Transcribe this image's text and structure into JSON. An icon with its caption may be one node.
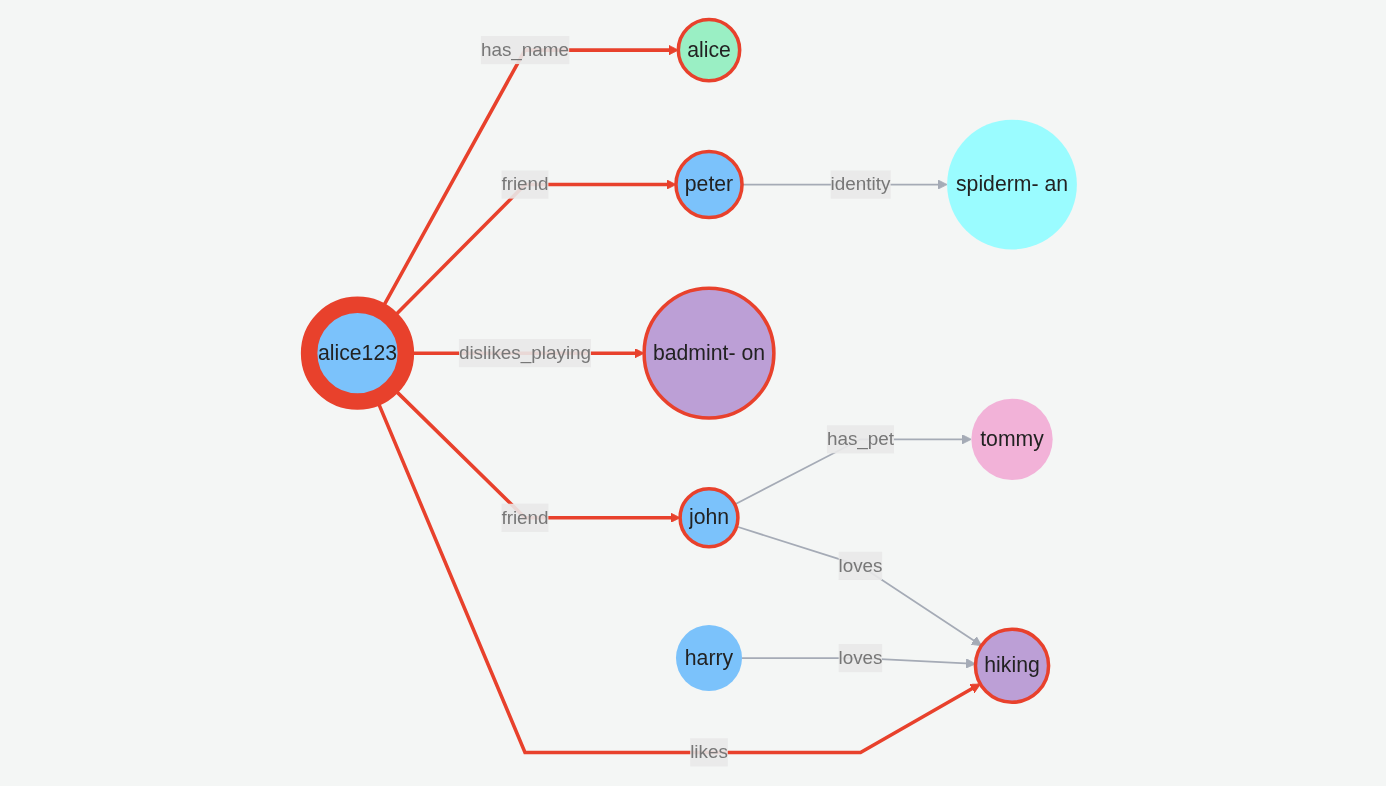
{
  "diagram": {
    "nodes": [
      {
        "text": [
          "alice"
        ]
      },
      {
        "text": [
          "peter"
        ]
      },
      {
        "text": [
          "spiderm- an"
        ]
      },
      {
        "text": [
          "alice123"
        ]
      },
      {
        "text": [
          "tommy"
        ]
      },
      {
        "text": [
          "badmint- on"
        ]
      },
      {
        "text": [
          "john"
        ]
      },
      {
        "text": [
          "harry"
        ]
      },
      {
        "text": [
          "hiking"
        ]
      }
    ],
    "edges": [
      {
        "from": 3,
        "to": 0,
        "arrow": "to",
        "label": "has_name"
      },
      {
        "from": 3,
        "to": 1,
        "arrow": "to",
        "label": "friend"
      },
      {
        "from": 1,
        "to": 2,
        "arrow": "to",
        "label": "identity",
        "color": "#a5abb6"
      },
      {
        "from": 3,
        "to": 5,
        "arrow": "to",
        "label": "dislikes_playing"
      },
      {
        "from": 3,
        "to": 6,
        "arrow": "to",
        "label": "friend"
      },
      {
        "from": 6,
        "to": 4,
        "arrow": "to",
        "label": "has_pet",
        "color": "#a5abb6"
      },
      {
        "from": 3,
        "to": 8,
        "arrow": "to",
        "label": "likes"
      },
      {
        "from": 6,
        "to": 8,
        "arrow": "to",
        "label": "loves",
        "color": "#a5abb6"
      },
      {
        "from": 7,
        "to": 8,
        "arrow": "to",
        "label": "loves",
        "color": "#a5abb6"
      }
    ]
  }
}
